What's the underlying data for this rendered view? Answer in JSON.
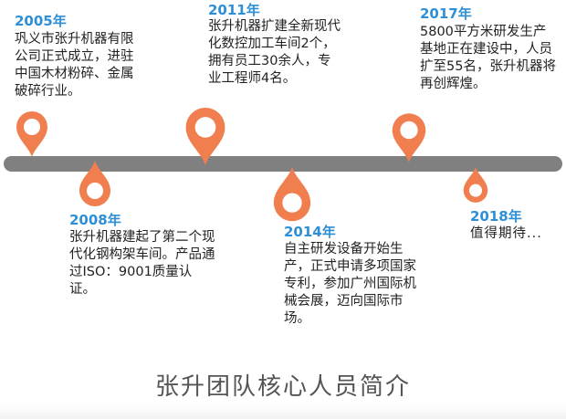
{
  "timeline": {
    "events": [
      {
        "year": "2005年",
        "text": "巩义市张升机器有限公司正式成立，进驻中国木材粉碎、金属破碎行业。"
      },
      {
        "year": "2008年",
        "text": "张升机器建起了第二个现代化钢构架车间。产品通过ISO：9001质量认证。"
      },
      {
        "year": "2011年",
        "text": "张升机器扩建全新现代化数控加工车间2个，拥有员工30余人，专业工程师4名。"
      },
      {
        "year": "2014年",
        "text": "自主研发设备开始生产，正式申请多项国家专利，参加广州国际机械会展，迈向国际市场。"
      },
      {
        "year": "2017年",
        "text": "5800平方米研发生产基地正在建设中，人员扩至55名，张升机器将再创辉煌。"
      },
      {
        "year": "2018年",
        "text": "值得期待..."
      }
    ]
  },
  "caption": "张升团队核心人员简介",
  "colors": {
    "accent": "#f07e4f",
    "year_text": "#2f8fd6",
    "bar": "#808080"
  },
  "icons": {
    "marker": "map-pin-icon"
  }
}
